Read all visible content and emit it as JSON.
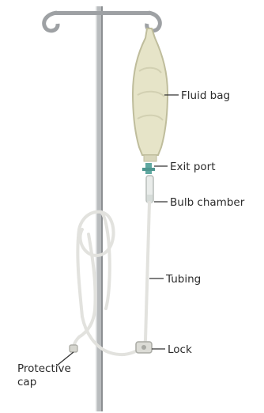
{
  "labels": {
    "fluid_bag": "Fluid bag",
    "exit_port": "Exit port",
    "bulb_chamber": "Bulb chamber",
    "tubing": "Tubing",
    "lock": "Lock",
    "protective_cap_line1": "Protective",
    "protective_cap_line2": "cap"
  },
  "colors": {
    "pole": "#b9bcbe",
    "pole_shadow": "#8c8f92",
    "bag_fill": "#e6e4c8",
    "bag_stroke": "#bfbd9c",
    "tubing": "#e2e2de",
    "connector": "#5fa8a0",
    "leader_line": "#333333",
    "text": "#2b2b2b"
  },
  "icons": {
    "pole": "iv-pole-icon",
    "bag": "fluid-bag-icon",
    "port": "exit-port-icon",
    "chamber": "drip-chamber-icon",
    "lock": "roller-clamp-icon",
    "cap": "protective-cap-icon"
  }
}
